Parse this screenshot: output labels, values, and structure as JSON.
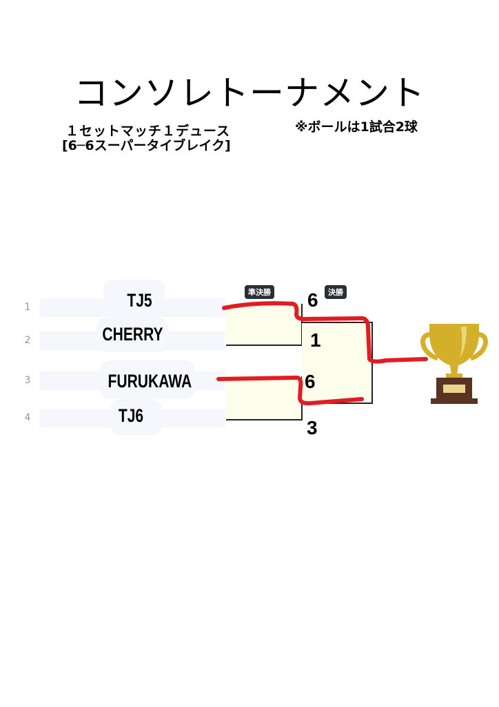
{
  "title": "コンソレトーナメント",
  "rules": {
    "line1": "１セットマッチ１デュース",
    "line2": "[6─6スーパータイブレイク]"
  },
  "note": "※ボールは1試合2球",
  "rounds": {
    "semifinal": "準決勝",
    "final": "決勝"
  },
  "players": [
    {
      "seed": "1",
      "name": "TJ5"
    },
    {
      "seed": "2",
      "name": "CHERRY"
    },
    {
      "seed": "3",
      "name": "FURUKAWA"
    },
    {
      "seed": "4",
      "name": "TJ6"
    }
  ],
  "scores": {
    "sf1_top": "6",
    "sf1_bottom": "1",
    "sf2_top": "6",
    "sf2_bottom": "3"
  },
  "colors": {
    "winner_line": "#e31b23",
    "trophy": "#d4b02a"
  }
}
